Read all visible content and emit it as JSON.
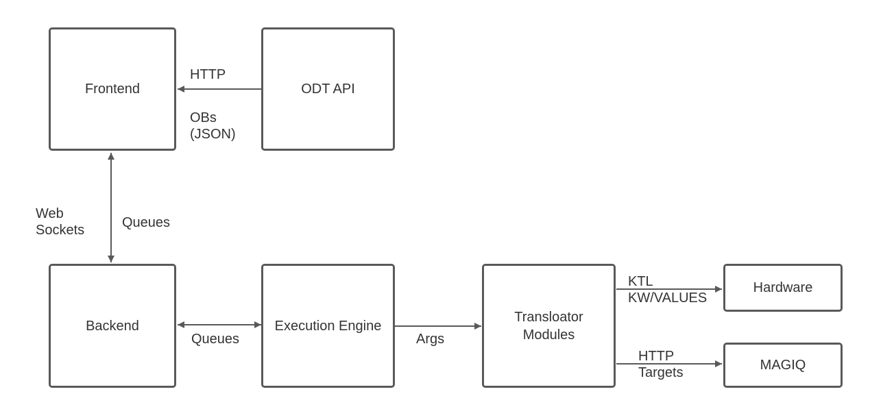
{
  "nodes": {
    "frontend": "Frontend",
    "odt_api": "ODT API",
    "backend": "Backend",
    "execution_engine": "Execution Engine",
    "transloator_modules": "Transloator\nModules",
    "hardware": "Hardware",
    "magiq": "MAGIQ"
  },
  "edges": {
    "odt_to_frontend_top": "HTTP",
    "odt_to_frontend_bottom": "OBs\n(JSON)",
    "frontend_backend_left": "Web\nSockets",
    "frontend_backend_right": "Queues",
    "backend_exec": "Queues",
    "exec_transloator": "Args",
    "transloator_hardware": "KTL\nKW/VALUES",
    "transloator_magiq": "HTTP\nTargets"
  },
  "colors": {
    "box_border": "#595959",
    "arrow": "#595959",
    "text": "#333333"
  }
}
